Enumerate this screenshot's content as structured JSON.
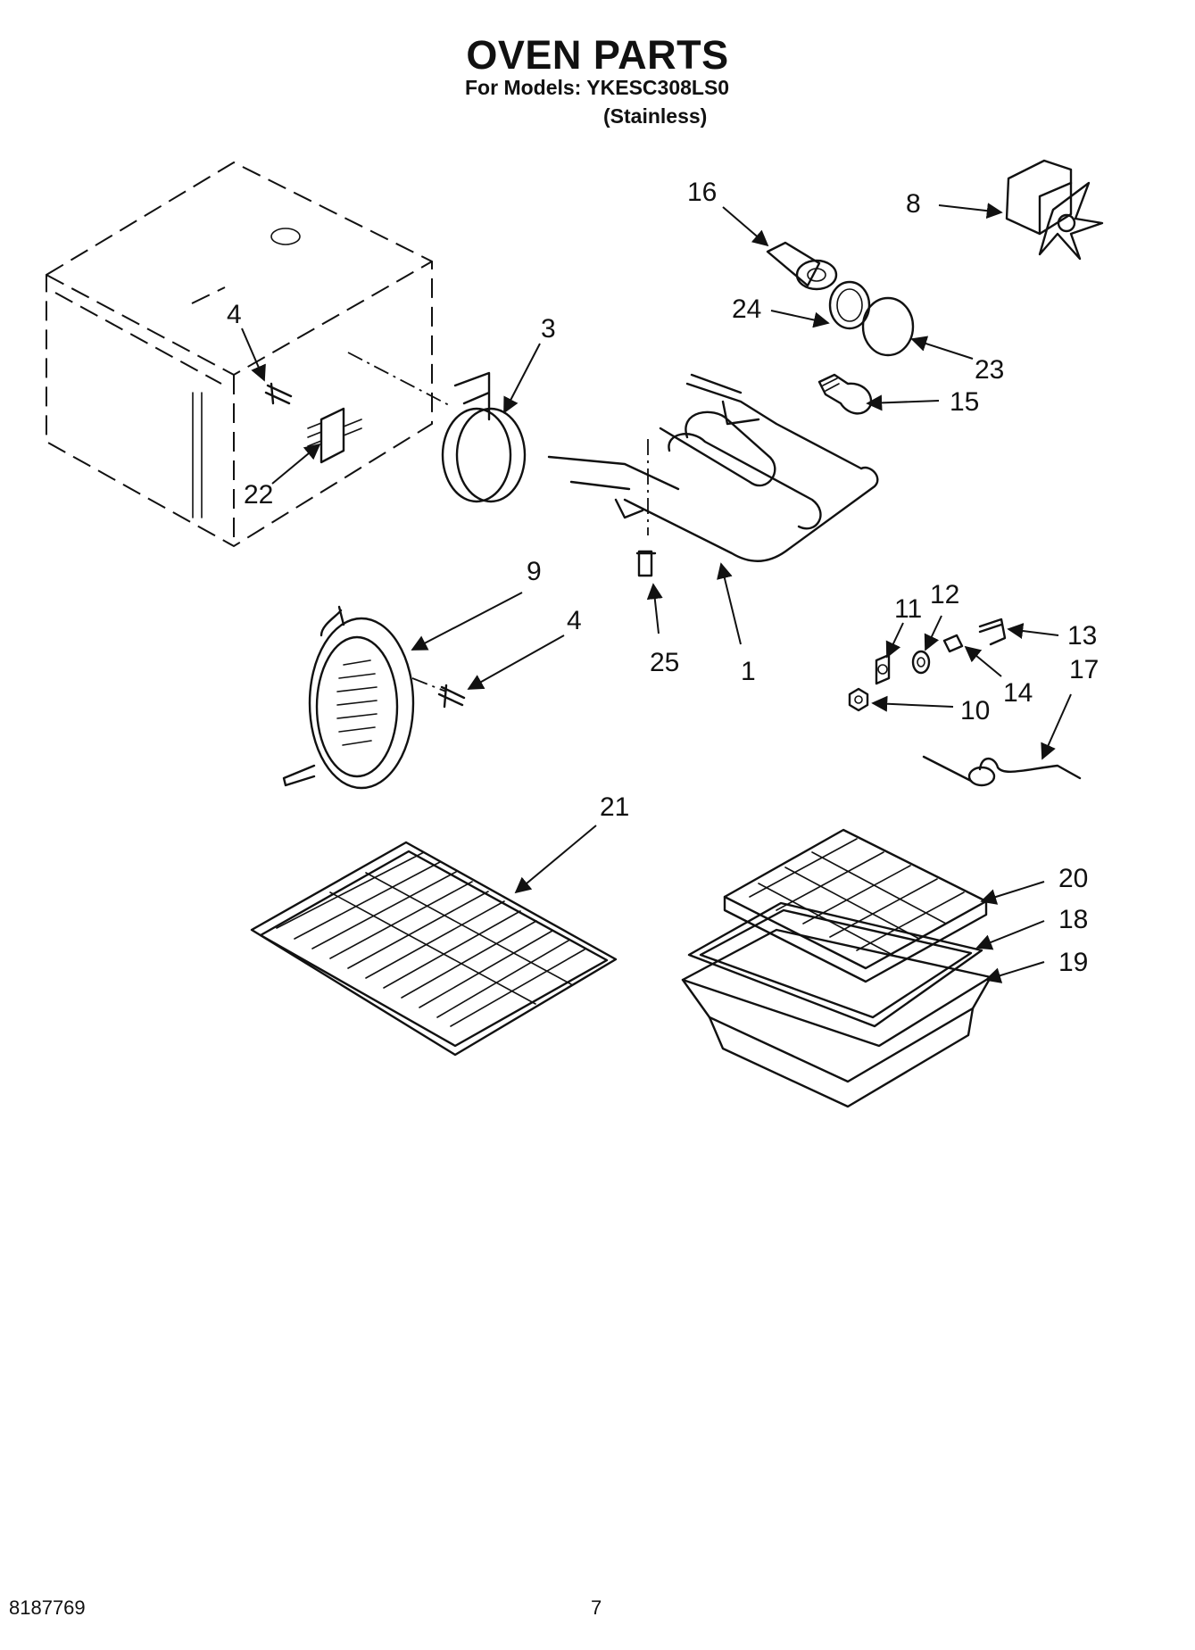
{
  "header": {
    "title": "OVEN PARTS",
    "models_line": "For Models: YKESC308LS0",
    "variant": "(Stainless)"
  },
  "callouts": {
    "c1": "1",
    "c3": "3",
    "c4a": "4",
    "c4b": "4",
    "c8": "8",
    "c9": "9",
    "c10": "10",
    "c11": "11",
    "c12": "12",
    "c13": "13",
    "c14": "14",
    "c15": "15",
    "c16": "16",
    "c17": "17",
    "c18": "18",
    "c19": "19",
    "c20": "20",
    "c21": "21",
    "c22": "22",
    "c23": "23",
    "c24": "24",
    "c25": "25"
  },
  "footer": {
    "doc_number": "8187769",
    "page_number": "7"
  }
}
